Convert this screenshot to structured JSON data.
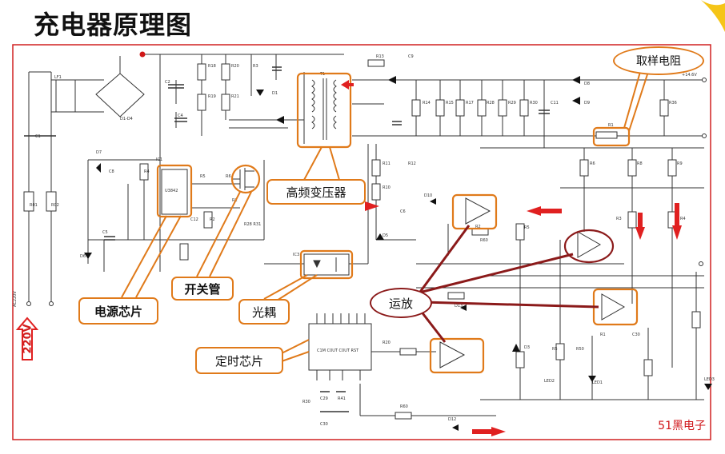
{
  "title": "充电器原理图",
  "annotations": {
    "sampling_resistor": "取样电阻",
    "hf_transformer": "高频变压器",
    "power_chip": "电源芯片",
    "switch_tube": "开关管",
    "optocoupler": "光耦",
    "opamp": "运放",
    "timer_chip": "定时芯片",
    "mains_voltage": "220V"
  },
  "watermark": "51黑电子"
}
